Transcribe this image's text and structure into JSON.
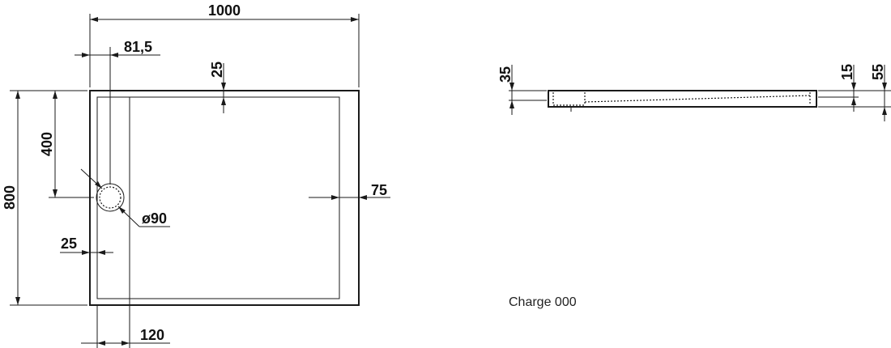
{
  "plan_view": {
    "dimensions": {
      "overall_width": "1000",
      "drain_offset": "81,5",
      "top_rim": "25",
      "drain_height": "400",
      "overall_depth": "800",
      "right_rim": "75",
      "drain_diameter": "ø90",
      "left_rim": "25",
      "channel_width": "120"
    }
  },
  "side_view": {
    "dimensions": {
      "left_height": "35",
      "right_height": "15",
      "total_height": "55"
    }
  },
  "note": "Charge 000"
}
